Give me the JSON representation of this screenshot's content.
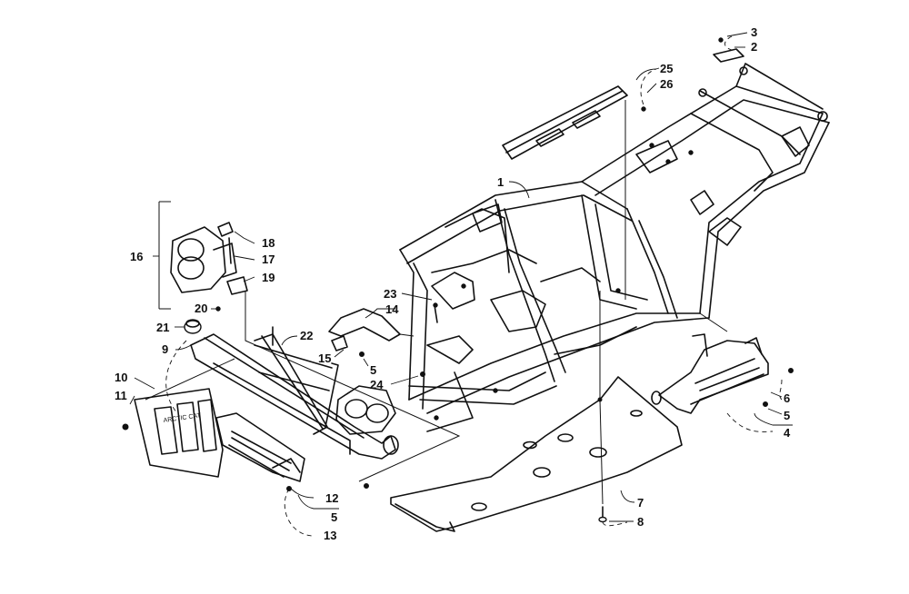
{
  "callouts": {
    "c1": "1",
    "c2": "2",
    "c3": "3",
    "c4": "4",
    "c5a": "5",
    "c5b": "5",
    "c5c": "5",
    "c6": "6",
    "c7": "7",
    "c8": "8",
    "c9": "9",
    "c10": "10",
    "c11": "11",
    "c12": "12",
    "c13": "13",
    "c14": "14",
    "c15": "15",
    "c16": "16",
    "c17": "17",
    "c18": "18",
    "c19": "19",
    "c20": "20",
    "c21": "21",
    "c22": "22",
    "c23": "23",
    "c24": "24",
    "c25": "25",
    "c26": "26"
  },
  "panel_text": "ARCTIC CAT"
}
